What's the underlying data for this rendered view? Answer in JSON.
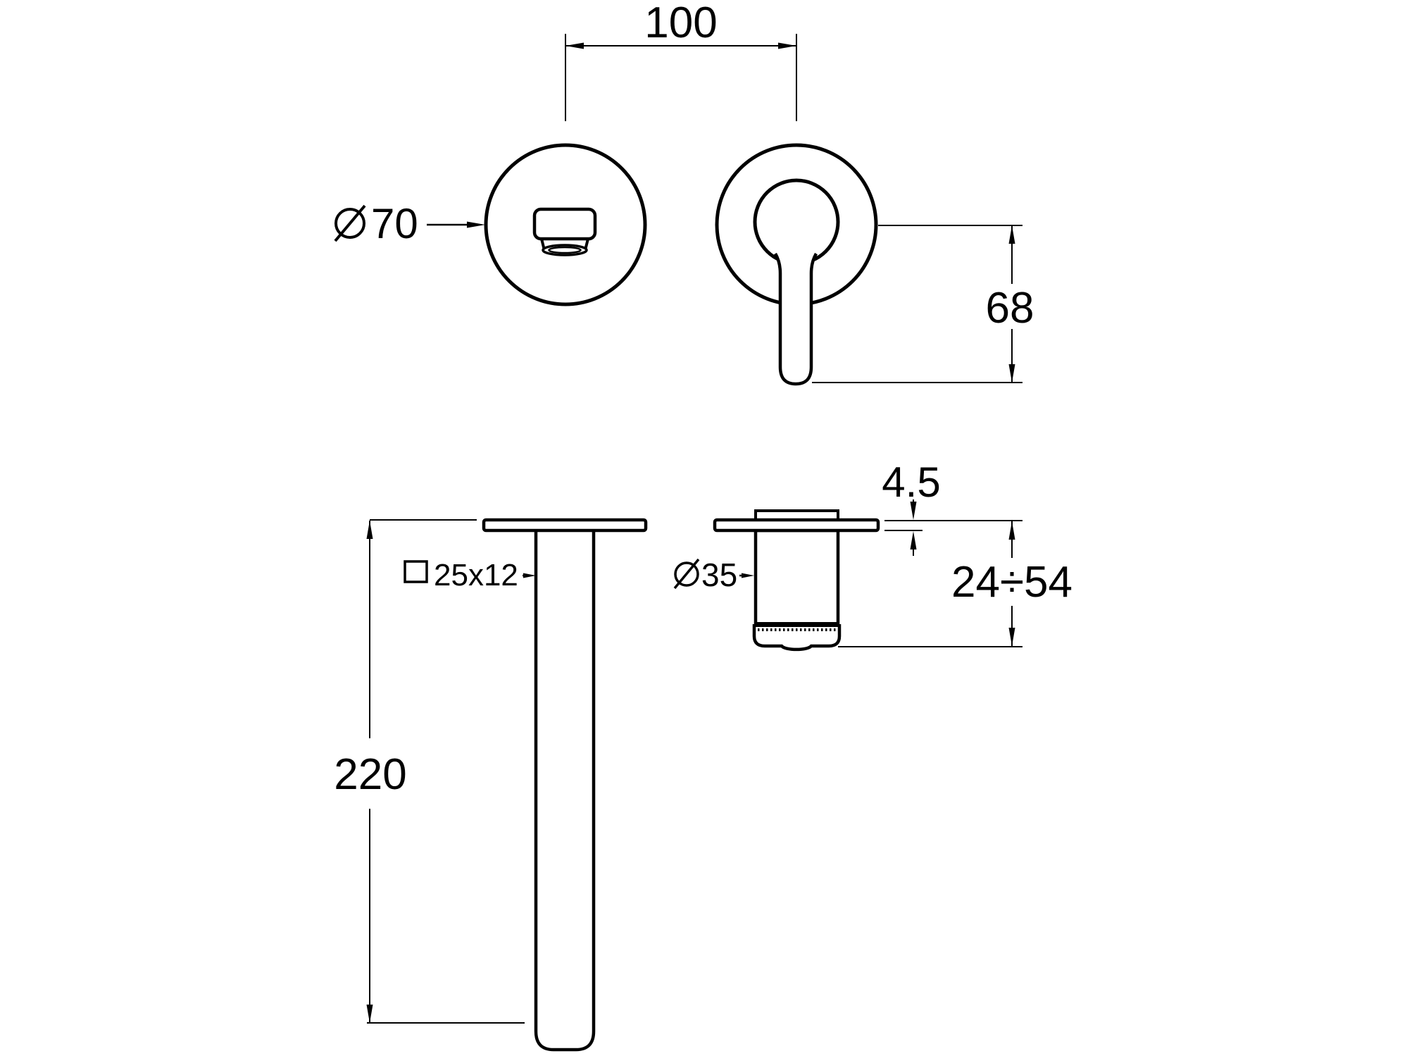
{
  "drawing": {
    "background_color": "#ffffff",
    "line_color": "#000000",
    "dimensions": {
      "centers_distance": "100",
      "handle_below_center": "68",
      "rosette_diameter_value": "70",
      "spout_projection": "220",
      "spout_section_value": "25x12",
      "sleeve_diameter_value": "35",
      "plate_thickness": "4.5",
      "adjustable_depth": "24÷54"
    }
  }
}
